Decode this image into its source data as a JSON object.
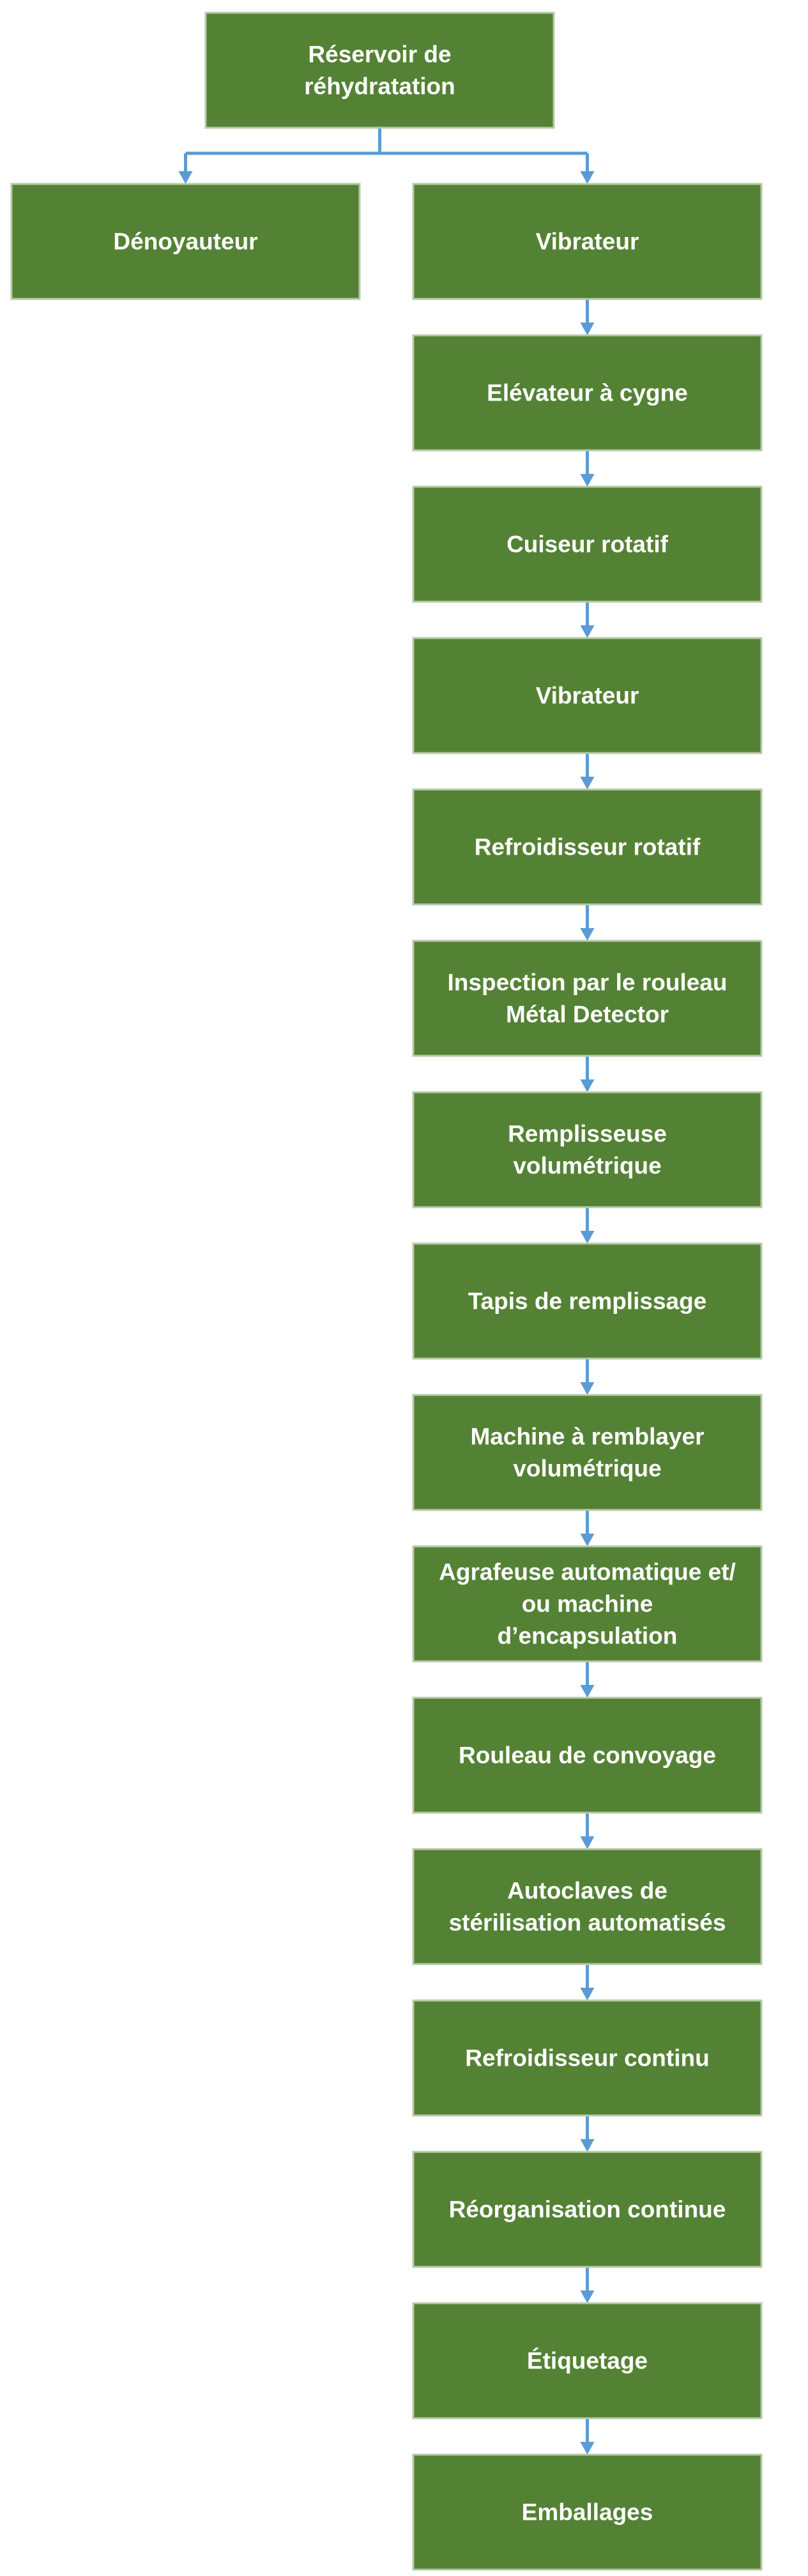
{
  "colors": {
    "box_fill": "#548235",
    "box_border": "#b7c9a8",
    "connector": "#5b9bd5",
    "text": "#ffffff"
  },
  "diagram": {
    "root": {
      "lines": [
        "Réservoir de",
        "réhydratation"
      ]
    },
    "left_branch": {
      "lines": [
        "Dénoyauteur"
      ]
    },
    "main_chain": [
      {
        "lines": [
          "Vibrateur"
        ]
      },
      {
        "lines": [
          "Elévateur à cygne"
        ]
      },
      {
        "lines": [
          "Cuiseur rotatif"
        ]
      },
      {
        "lines": [
          "Vibrateur"
        ]
      },
      {
        "lines": [
          "Refroidisseur rotatif"
        ]
      },
      {
        "lines": [
          "Inspection par le rouleau",
          "Métal Detector"
        ]
      },
      {
        "lines": [
          "Remplisseuse",
          "volumétrique"
        ]
      },
      {
        "lines": [
          "Tapis de remplissage"
        ]
      },
      {
        "lines": [
          "Machine à remblayer",
          "volumétrique"
        ]
      },
      {
        "lines": [
          "Agrafeuse automatique et/",
          "ou machine",
          "d’encapsulation"
        ]
      },
      {
        "lines": [
          "Rouleau de convoyage"
        ]
      },
      {
        "lines": [
          "Autoclaves de",
          "stérilisation automatisés"
        ]
      },
      {
        "lines": [
          "Refroidisseur continu"
        ]
      },
      {
        "lines": [
          "Réorganisation continue"
        ]
      },
      {
        "lines": [
          "Étiquetage"
        ]
      },
      {
        "lines": [
          "Emballages"
        ]
      }
    ]
  }
}
